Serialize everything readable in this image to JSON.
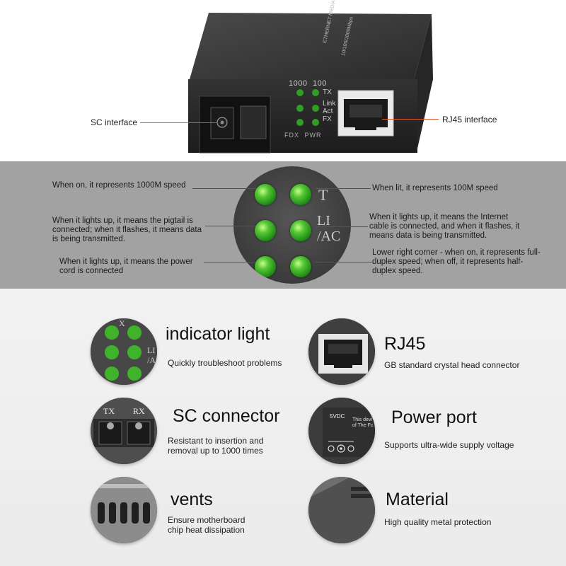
{
  "top": {
    "sc_label": "SC interface",
    "rj45_label": "RJ45 interface",
    "panel": {
      "speed_1000": "1000",
      "speed_100": "100",
      "tx": "TX",
      "link": "Link",
      "act": "Act",
      "fx": "FX",
      "fdx": "FDX",
      "pwr": "PWR"
    },
    "side_print": "ETHERNET MEDIA CONVERTER",
    "side_print_2": "10/100/1000Mbps"
  },
  "leds": {
    "left": [
      "When on, it represents 1000M speed",
      "When it lights up, it means the pigtail is connected; when it flashes, it means data is being transmitted.",
      "When it lights up, it means the power cord is connected"
    ],
    "right": [
      "When lit, it represents 100M speed",
      "When it lights up, it means the Internet cable is connected, and when it flashes, it means data is being transmitted.",
      "Lower right corner - when on, it represents full-duplex speed; when off, it represents half-duplex speed."
    ],
    "panel_text": {
      "row1": "T",
      "row2a": "LI",
      "row2b": "/AC"
    }
  },
  "features": [
    {
      "title": "indicator light",
      "desc": "Quickly troubleshoot problems",
      "icon": "indicator-led-icon"
    },
    {
      "title": "RJ45",
      "desc": "GB standard crystal head connector",
      "icon": "rj45-port-icon"
    },
    {
      "title": "SC connector",
      "desc": "Resistant to insertion and removal up to 1000 times",
      "icon": "sc-connector-icon"
    },
    {
      "title": "Power port",
      "desc": "Supports ultra-wide supply voltage",
      "icon": "power-port-icon"
    },
    {
      "title": "vents",
      "desc": "Ensure motherboard chip heat dissipation",
      "icon": "vents-icon"
    },
    {
      "title": "Material",
      "desc": "High quality metal protection",
      "icon": "metal-case-icon"
    }
  ],
  "feature_art": {
    "tx": "TX",
    "rx": "RX",
    "power_rating": "5VDC",
    "device_note_1": "This devi",
    "device_note_2": "of The Fc",
    "led_letters_1": "X",
    "led_letters_2": "LI",
    "led_letters_3": "/A"
  },
  "colors": {
    "led_green": "#3fb32a",
    "pointer_red": "#e0572a",
    "device_body": "#2b2b2b",
    "led_band_bg": "#a2a2a2"
  }
}
